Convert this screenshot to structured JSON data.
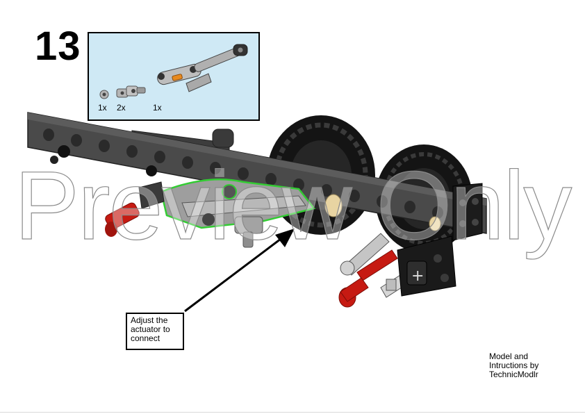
{
  "step": {
    "number": "13"
  },
  "parts": [
    {
      "qty": "1x",
      "name": "small-connector"
    },
    {
      "qty": "2x",
      "name": "universal-joint"
    },
    {
      "qty": "1x",
      "name": "linear-actuator"
    }
  ],
  "callout": {
    "text": "Adjust the\nactuator to\nconnect"
  },
  "credits": {
    "text": "Model and\nIntructions by\nTechnicModlr"
  },
  "watermark": {
    "text": "Preview Only"
  },
  "colors": {
    "parts_box_bg": "#cfe9f5",
    "beam": "#4a4a4a",
    "tire": "#141414",
    "pin_red": "#c61a12",
    "axle_orange": "#e8891e",
    "highlight_green": "#33cc33",
    "light_gray": "#a6a6a6"
  }
}
